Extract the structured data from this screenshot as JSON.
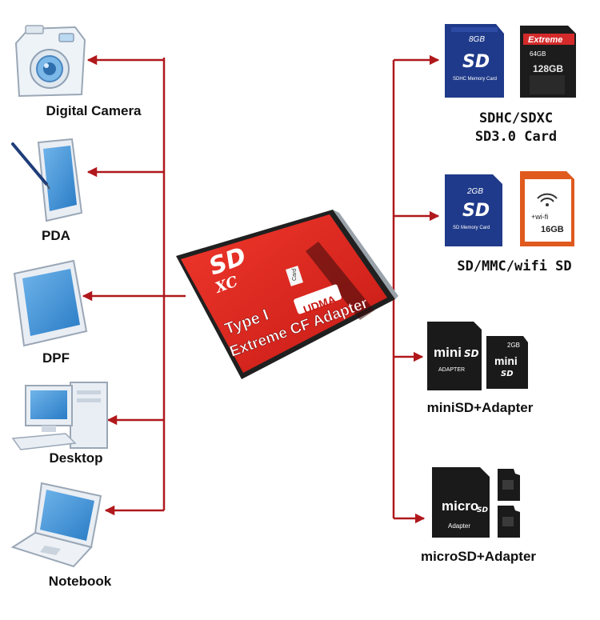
{
  "devices": {
    "camera": "Digital Camera",
    "pda": "PDA",
    "dpf": "DPF",
    "desktop": "Desktop",
    "notebook": "Notebook"
  },
  "cards": {
    "sdhc_line1": "SDHC/SDXC",
    "sdhc_line2": "SD3.0 Card",
    "sd": "SD/MMC/wifi SD",
    "minisd": "miniSD+Adapter",
    "microsd": "microSD+Adapter"
  },
  "adapter": {
    "logo": "SD",
    "logo_sub": "XC",
    "slot_text": "Card",
    "badge": "UDMA",
    "line1": "Type I",
    "line2": "Extreme CF Adapter"
  },
  "card_text": {
    "sd8_cap": "8GB",
    "sd8_logo": "SD",
    "sd8_sub": "SDHC Memory Card",
    "extreme_brand": "Extreme",
    "extreme_small": "64GB",
    "extreme_cap": "128GB",
    "sd2_cap": "2GB",
    "sd2_logo": "SD",
    "sd2_sub": "SD Memory Card",
    "wifi_text": "+wi-fi",
    "wifi_cap": "16GB",
    "mini_adapter_logo": "mini",
    "mini_adapter_sd": "SD",
    "mini_adapter_text": "ADAPTER",
    "mini_cap": "2GB",
    "mini_logo": "mini",
    "mini_sd": "SD",
    "micro_logo": "micro",
    "micro_sd": "SD",
    "micro_adapter_text": "Adapter"
  },
  "colors": {
    "arrow": "#b0181c",
    "adapter_red": "#e0261f",
    "card_blue": "#1f3a8a"
  }
}
